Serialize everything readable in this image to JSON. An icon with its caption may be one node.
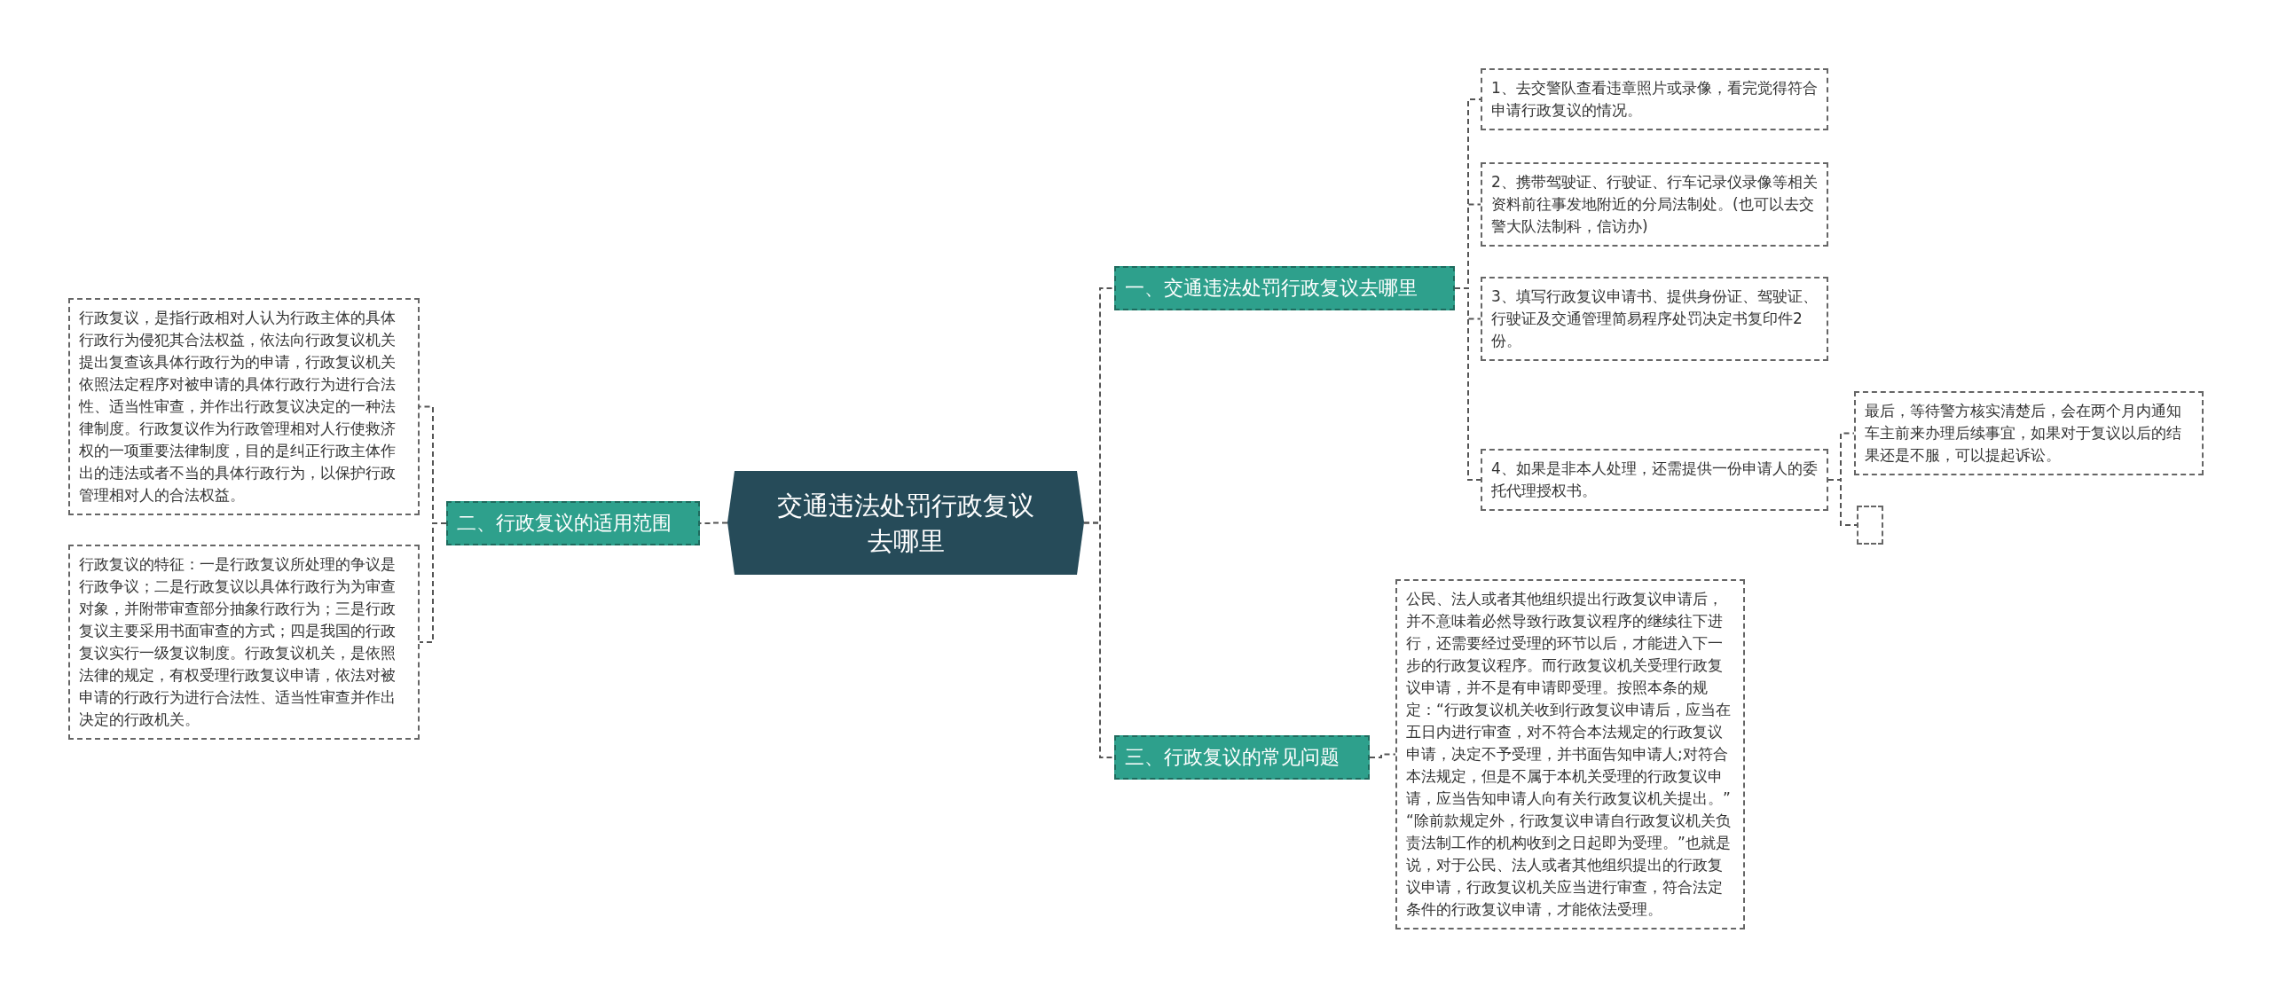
{
  "diagram": {
    "nodes": [
      {
        "text": [
          "交通违法处罚行政复议去哪里"
        ]
      },
      {
        "text": [
          "一、交通违法处罚行政复议去哪里"
        ]
      },
      {
        "text": [
          "二、行政复议的适用范围"
        ]
      },
      {
        "text": [
          "三、行政复议的常见问题"
        ]
      },
      {
        "text": [
          "1、去交警队查看违章照片或录像，看完觉得符合申请行政复议的情况。"
        ]
      },
      {
        "text": [
          "2、携带驾驶证、行驶证、行车记录仪录像等相关资料前往事发地附近的分局法制处。(也可以去交警大队法制科，信访办)"
        ]
      },
      {
        "text": [
          "3、填写行政复议申请书、提供身份证、驾驶证、行驶证及交通管理简易程序处罚决定书复印件2份。"
        ]
      },
      {
        "text": [
          "4、如果是非本人处理，还需提供一份申请人的委托代理授权书。"
        ]
      },
      {
        "text": [
          "最后，等待警方核实清楚后，会在两个月内通知车主前来办理后续事宜，如果对于复议以后的结果还是不服，可以提起诉讼。"
        ]
      },
      {
        "text": [],
        "shape": "box"
      },
      {
        "text": [
          "行政复议，是指行政相对人认为行政主体的具体行政行为侵犯其合法权益，依法向行政复议机关提出复查该具体行政行为的申请，行政复议机关依照法定程序对被申请的具体行政行为进行合法性、适当性审查，并作出行政复议决定的一种法律制度。行政复议作为行政管理相对人行使救济权的一项重要法律制度，目的是纠正行政主体作出的违法或者不当的具体行政行为，以保护行政管理相对人的合法权益。"
        ]
      },
      {
        "text": [
          "行政复议的特征：一是行政复议所处理的争议是行政争议；二是行政复议以具体行政行为为审查对象，并附带审查部分抽象行政行为；三是行政复议主要采用书面审查的方式；四是我国的行政复议实行一级复议制度。行政复议机关，是依照法律的规定，有权受理行政复议申请，依法对被申请的行政行为进行合法性、适当性审查并作出决定的行政机关。"
        ]
      },
      {
        "text": [
          "公民、法人或者其他组织提出行政复议申请后，并不意味着必然导致行政复议程序的继续往下进行，还需要经过受理的环节以后，才能进入下一步的行政复议程序。而行政复议机关受理行政复议申请，并不是有申请即受理。按照本条的规定：“行政复议机关收到行政复议申请后，应当在五日内进行审查，对不符合本法规定的行政复议申请，决定不予受理，并书面告知申请人;对符合本法规定，但是不属于本机关受理的行政复议申请，应当告知申请人向有关行政复议机关提出。” “除前款规定外，行政复议申请自行政复议机关负责法制工作的机构收到之日起即为受理。”也就是说，对于公民、法人或者其他组织提出的行政复议申请，行政复议机关应当进行审查，符合法定条件的行政复议申请，才能依法受理。"
        ]
      }
    ],
    "edges": [
      {
        "from": 0,
        "to": 1,
        "arrow": "none"
      },
      {
        "from": 0,
        "to": 2,
        "arrow": "none"
      },
      {
        "from": 0,
        "to": 3,
        "arrow": "none"
      },
      {
        "from": 1,
        "to": 4,
        "arrow": "none"
      },
      {
        "from": 1,
        "to": 5,
        "arrow": "none"
      },
      {
        "from": 1,
        "to": 6,
        "arrow": "none"
      },
      {
        "from": 1,
        "to": 7,
        "arrow": "none"
      },
      {
        "from": 7,
        "to": 8,
        "arrow": "none"
      },
      {
        "from": 7,
        "to": 9,
        "arrow": "none"
      },
      {
        "from": 2,
        "to": 10,
        "arrow": "none"
      },
      {
        "from": 2,
        "to": 11,
        "arrow": "none"
      },
      {
        "from": 3,
        "to": 12,
        "arrow": "none"
      }
    ]
  }
}
